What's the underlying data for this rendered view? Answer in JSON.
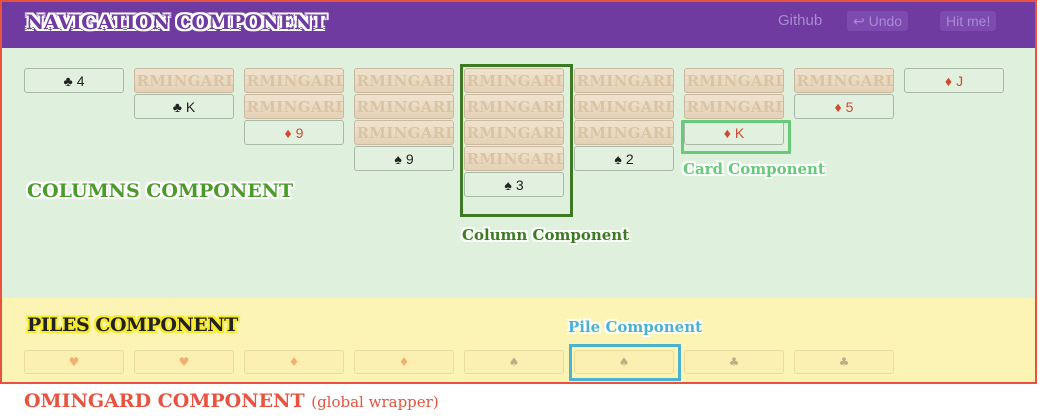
{
  "nav": {
    "title": "NAVIGATION COMPONENT",
    "github": "Github",
    "undo": "↩ Undo",
    "hit": "Hit me!"
  },
  "card_back_text": "IRMINGARD",
  "columns": [
    {
      "backs": 0,
      "cards": [
        {
          "suit": "♣",
          "rank": "4",
          "color": "black"
        }
      ]
    },
    {
      "backs": 1,
      "cards": [
        {
          "suit": "♣",
          "rank": "K",
          "color": "black"
        }
      ]
    },
    {
      "backs": 2,
      "cards": [
        {
          "suit": "♦",
          "rank": "9",
          "color": "red"
        }
      ]
    },
    {
      "backs": 3,
      "cards": [
        {
          "suit": "♠",
          "rank": "9",
          "color": "black"
        }
      ]
    },
    {
      "backs": 4,
      "cards": [
        {
          "suit": "♠",
          "rank": "3",
          "color": "black"
        }
      ]
    },
    {
      "backs": 3,
      "cards": [
        {
          "suit": "♠",
          "rank": "2",
          "color": "black"
        }
      ]
    },
    {
      "backs": 2,
      "cards": [
        {
          "suit": "♦",
          "rank": "K",
          "color": "red"
        }
      ]
    },
    {
      "backs": 1,
      "cards": [
        {
          "suit": "♦",
          "rank": "5",
          "color": "red"
        }
      ]
    },
    {
      "backs": 0,
      "cards": [
        {
          "suit": "♦",
          "rank": "J",
          "color": "red"
        }
      ]
    }
  ],
  "labels": {
    "columns": "COLUMNS COMPONENT",
    "column": "Column Component",
    "card": "Card Component",
    "piles": "PILES COMPONENT",
    "pile": "Pile Component",
    "wrapper": "OMINGARD COMPONENT",
    "wrapper_note": "(global wrapper)"
  },
  "piles": [
    {
      "suit": "♥",
      "color": "red"
    },
    {
      "suit": "♥",
      "color": "red"
    },
    {
      "suit": "♦",
      "color": "red"
    },
    {
      "suit": "♦",
      "color": "red"
    },
    {
      "suit": "♠",
      "color": "black"
    },
    {
      "suit": "♠",
      "color": "black"
    },
    {
      "suit": "♣",
      "color": "black"
    },
    {
      "suit": "♣",
      "color": "black"
    }
  ],
  "colors": {
    "nav": "#6f3ba1",
    "columns_bg": "#dff0dd",
    "piles_bg": "#fbf4b4",
    "wrapper_border": "#e8523e",
    "column_highlight": "#3e7a23",
    "card_highlight": "#67c97a",
    "pile_highlight": "#4bb2d0"
  }
}
